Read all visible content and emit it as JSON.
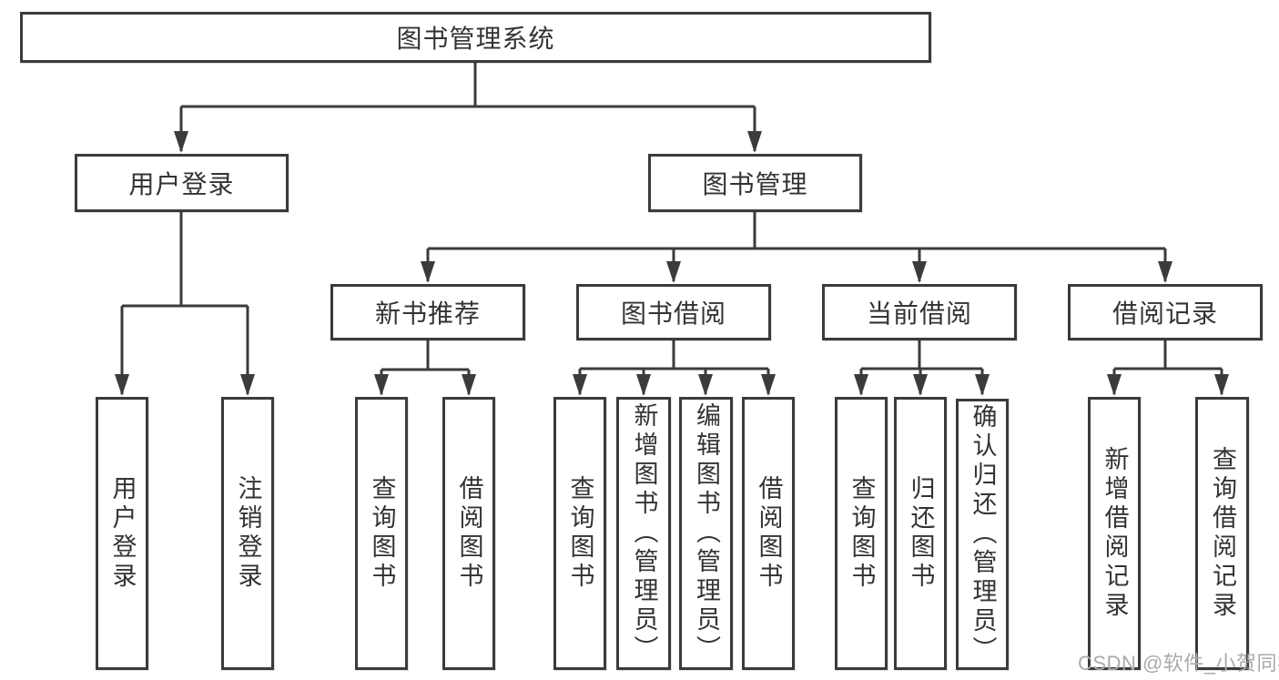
{
  "diagram_type": "tree-diagram",
  "title": "图书管理系统",
  "watermark": "CSDN @软件_小贺同学",
  "colors": {
    "line": "#3b3b3b",
    "text": "#333333",
    "watermark": "#aaaaaa",
    "background": "#ffffff"
  },
  "tree": {
    "root": {
      "label": "图书管理系统",
      "children": [
        {
          "label": "用户登录",
          "children": [
            {
              "label": "用户登录"
            },
            {
              "label": "注销登录"
            }
          ]
        },
        {
          "label": "图书管理",
          "children": [
            {
              "label": "新书推荐",
              "children": [
                {
                  "label": "查询图书"
                },
                {
                  "label": "借阅图书"
                }
              ]
            },
            {
              "label": "图书借阅",
              "children": [
                {
                  "label": "查询图书"
                },
                {
                  "label": "新增图书（管理员）"
                },
                {
                  "label": "编辑图书（管理员）"
                },
                {
                  "label": "借阅图书"
                }
              ]
            },
            {
              "label": "当前借阅",
              "children": [
                {
                  "label": "查询图书"
                },
                {
                  "label": "归还图书"
                },
                {
                  "label": "确认归还（管理员）"
                }
              ]
            },
            {
              "label": "借阅记录",
              "children": [
                {
                  "label": "新增借阅记录"
                },
                {
                  "label": "查询借阅记录"
                }
              ]
            }
          ]
        }
      ]
    }
  }
}
